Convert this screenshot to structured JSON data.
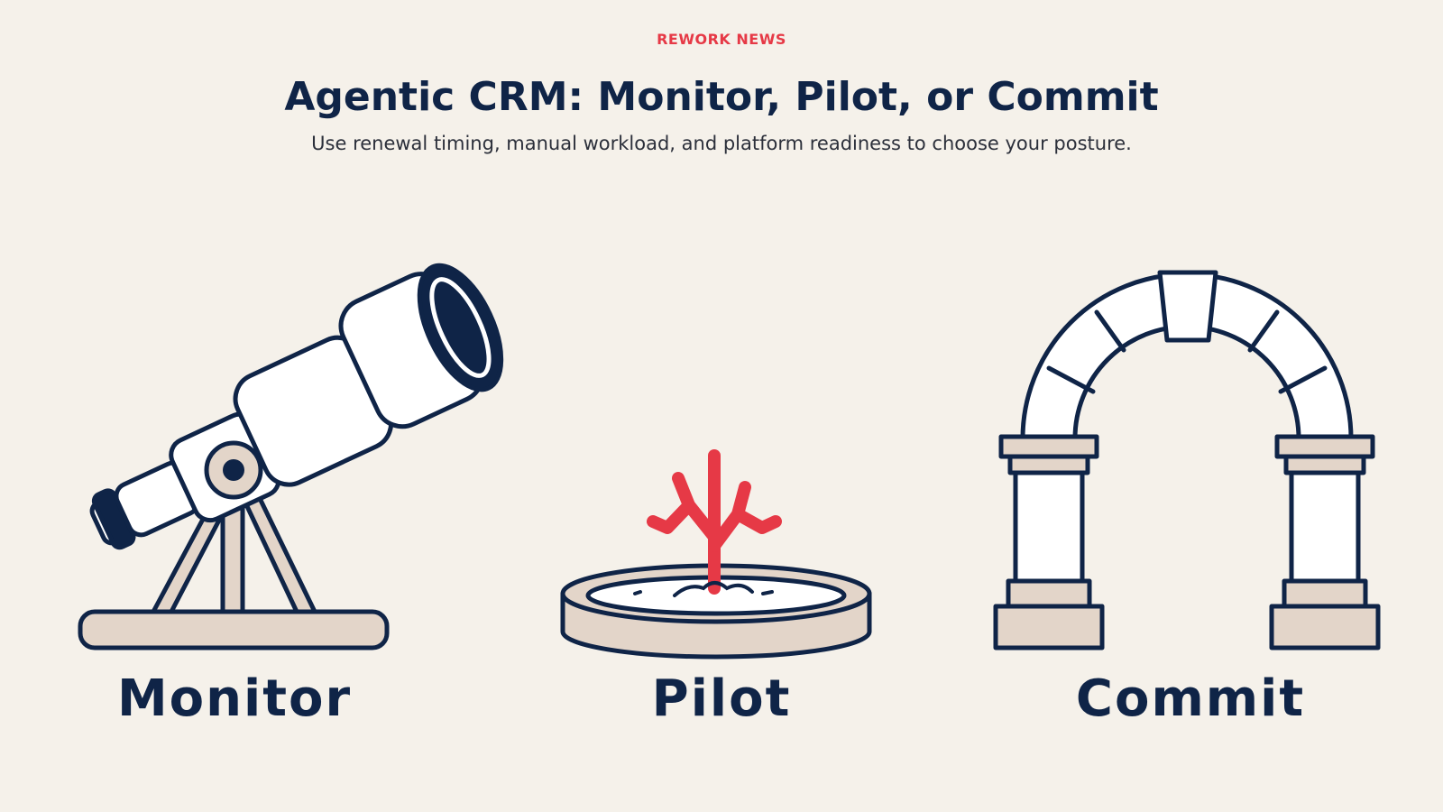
{
  "header": {
    "eyebrow": "REWORK NEWS",
    "title": "Agentic CRM: Monitor, Pilot, or Commit",
    "subtitle": "Use renewal timing, manual workload, and platform readiness to choose your posture."
  },
  "options": [
    {
      "label": "Monitor",
      "icon": "telescope-icon"
    },
    {
      "label": "Pilot",
      "icon": "coral-sprout-in-tray-icon"
    },
    {
      "label": "Commit",
      "icon": "stone-arch-icon"
    }
  ],
  "colors": {
    "background": "#f5f1ea",
    "navy": "#0f2447",
    "accent_red": "#e63946",
    "sand": "#e3d5c9",
    "white": "#ffffff"
  }
}
